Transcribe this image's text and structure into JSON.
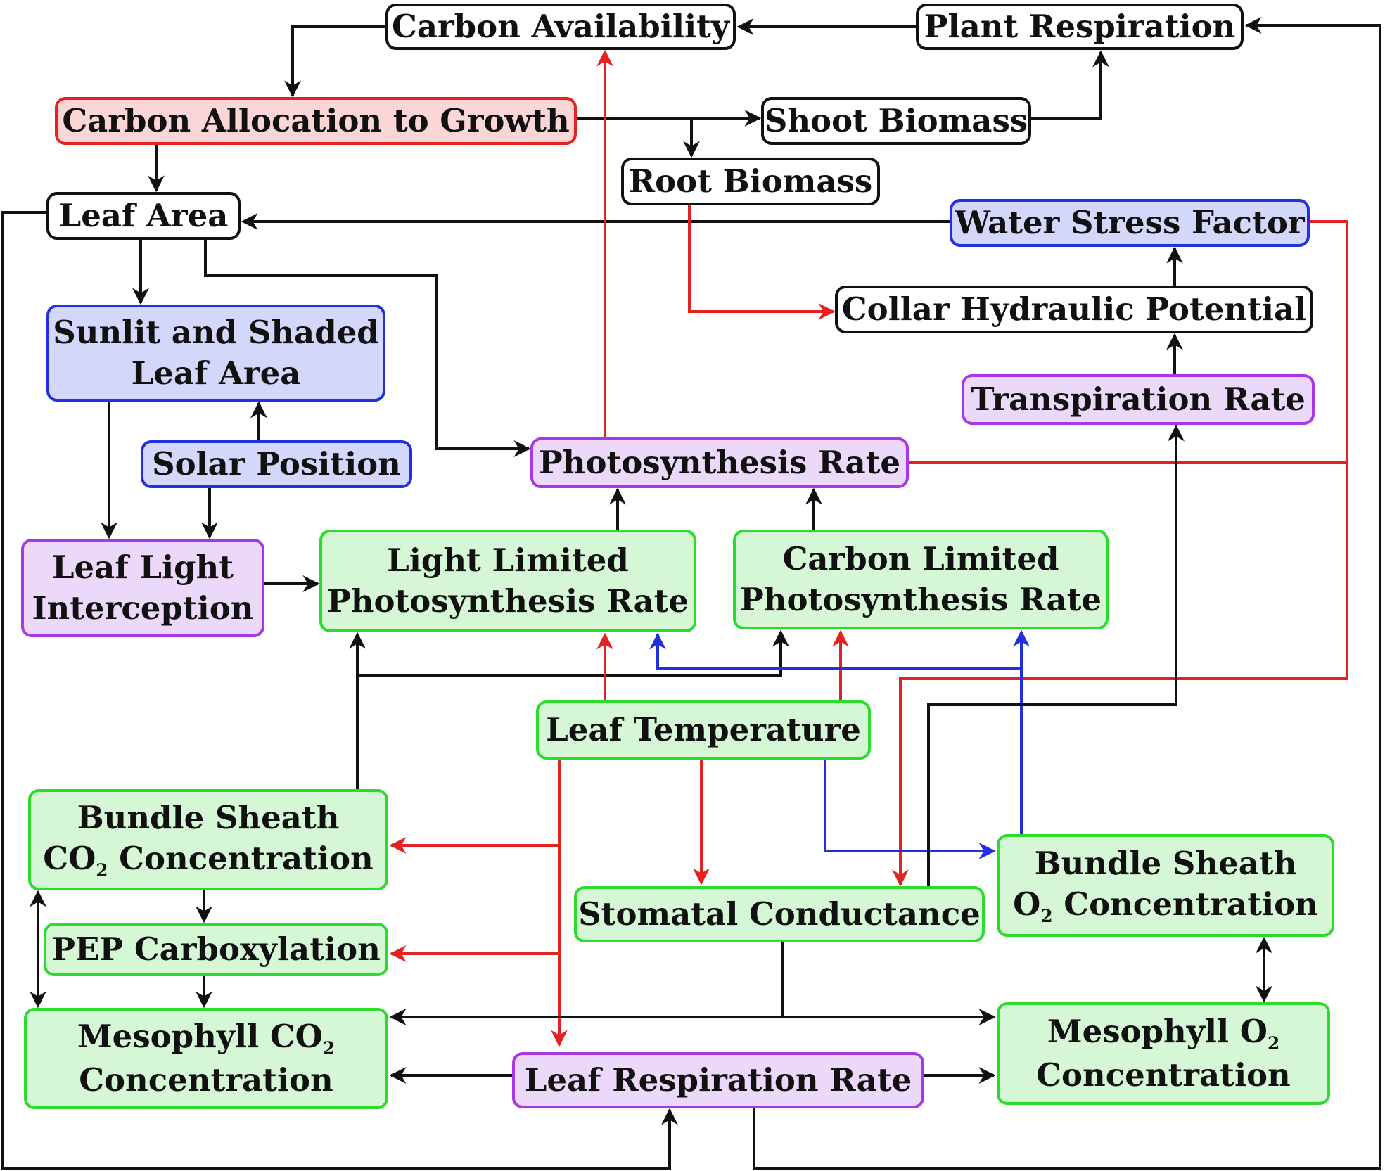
{
  "colors": {
    "black": "#111111",
    "red": "#e52222",
    "blue": "#2430e0",
    "node_fill": {
      "black": "#ffffff",
      "red": "#fbd6d6",
      "blue": "#d3d7fa",
      "purple": "#ecd9f9",
      "green": "#d6f7d6"
    }
  },
  "nodes": {
    "carbon_availability": "Carbon Availability",
    "plant_respiration": "Plant Respiration",
    "carbon_allocation": "Carbon Allocation to Growth",
    "shoot_biomass": "Shoot Biomass",
    "root_biomass": "Root Biomass",
    "leaf_area": "Leaf Area",
    "water_stress": "Water Stress Factor",
    "sunlit_shaded": [
      "Sunlit and Shaded",
      "Leaf Area"
    ],
    "collar_hydraulic": "Collar Hydraulic Potential",
    "transpiration": "Transpiration Rate",
    "solar_position": "Solar Position",
    "photosynthesis": "Photosynthesis Rate",
    "leaf_light": [
      "Leaf Light",
      "Interception"
    ],
    "light_limited": [
      "Light Limited",
      "Photosynthesis Rate"
    ],
    "carbon_limited": [
      "Carbon Limited",
      "Photosynthesis Rate"
    ],
    "leaf_temperature": "Leaf Temperature",
    "bundle_co2": [
      "Bundle Sheath",
      "CO",
      "2",
      " Concentration"
    ],
    "stomatal": "Stomatal Conductance",
    "bundle_o2": [
      "Bundle Sheath",
      "O",
      "2",
      " Concentration"
    ],
    "pep": "PEP Carboxylation",
    "meso_co2": [
      "Mesophyll CO",
      "2",
      "Concentration"
    ],
    "meso_o2": [
      "Mesophyll O",
      "2",
      "Concentration"
    ],
    "leaf_resp": "Leaf Respiration Rate"
  }
}
